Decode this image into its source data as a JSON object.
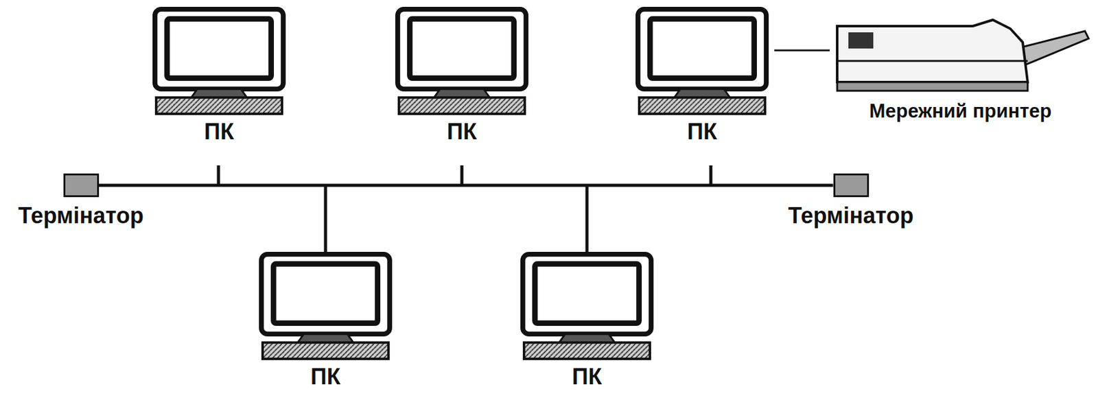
{
  "diagram": {
    "nodes": [
      {
        "text": [
          "ПК"
        ]
      },
      {
        "text": [
          "ПК"
        ]
      },
      {
        "text": [
          "ПК"
        ]
      },
      {
        "text": [
          "Мережний принтер"
        ]
      },
      {
        "text": [
          "Термінатор"
        ]
      },
      {
        "text": [
          "Термінатор"
        ]
      },
      {
        "text": [
          "ПК"
        ]
      },
      {
        "text": [
          "ПК"
        ]
      }
    ],
    "edges": [
      {
        "from": 2,
        "to": 3,
        "arrow": "none"
      },
      {
        "from": 4,
        "to": 5,
        "arrow": "none"
      }
    ]
  }
}
